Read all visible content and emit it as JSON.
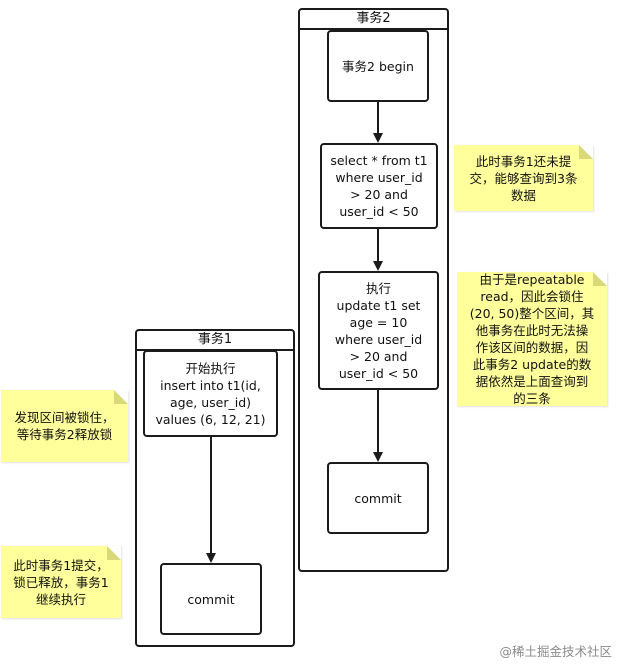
{
  "lanes": {
    "tx2": {
      "title": "事务2"
    },
    "tx1": {
      "title": "事务1"
    }
  },
  "boxes": {
    "tx2_begin": "事务2 begin",
    "tx2_select": "select * from t1\nwhere  user_id\n> 20 and\nuser_id < 50",
    "tx2_update": "执行\nupdate t1 set\nage = 10\nwhere  user_id\n> 20 and\nuser_id < 50",
    "tx2_commit": "commit",
    "tx1_insert": "开始执行\ninsert into t1(id,\nage, user_id)\nvalues (6, 12, 21)",
    "tx1_commit": "commit"
  },
  "notes": {
    "note_select": "此时事务1还未提\n交，能够查询到3条\n数据",
    "note_update": "由于是repeatable\nread，因此会锁住\n(20, 50)整个区间，其\n他事务在此时无法操\n作该区间的数据，因\n此事务2 update的数\n据依然是上面查询到\n的三条",
    "note_locked": "发现区间被锁住，\n等待事务2释放锁",
    "note_released": "此时事务1提交，\n锁已释放，事务1\n继续执行"
  },
  "watermark": "@稀土掘金技术社区",
  "colors": {
    "note_bg": "#ffff9c",
    "border": "#1b1b1b"
  }
}
